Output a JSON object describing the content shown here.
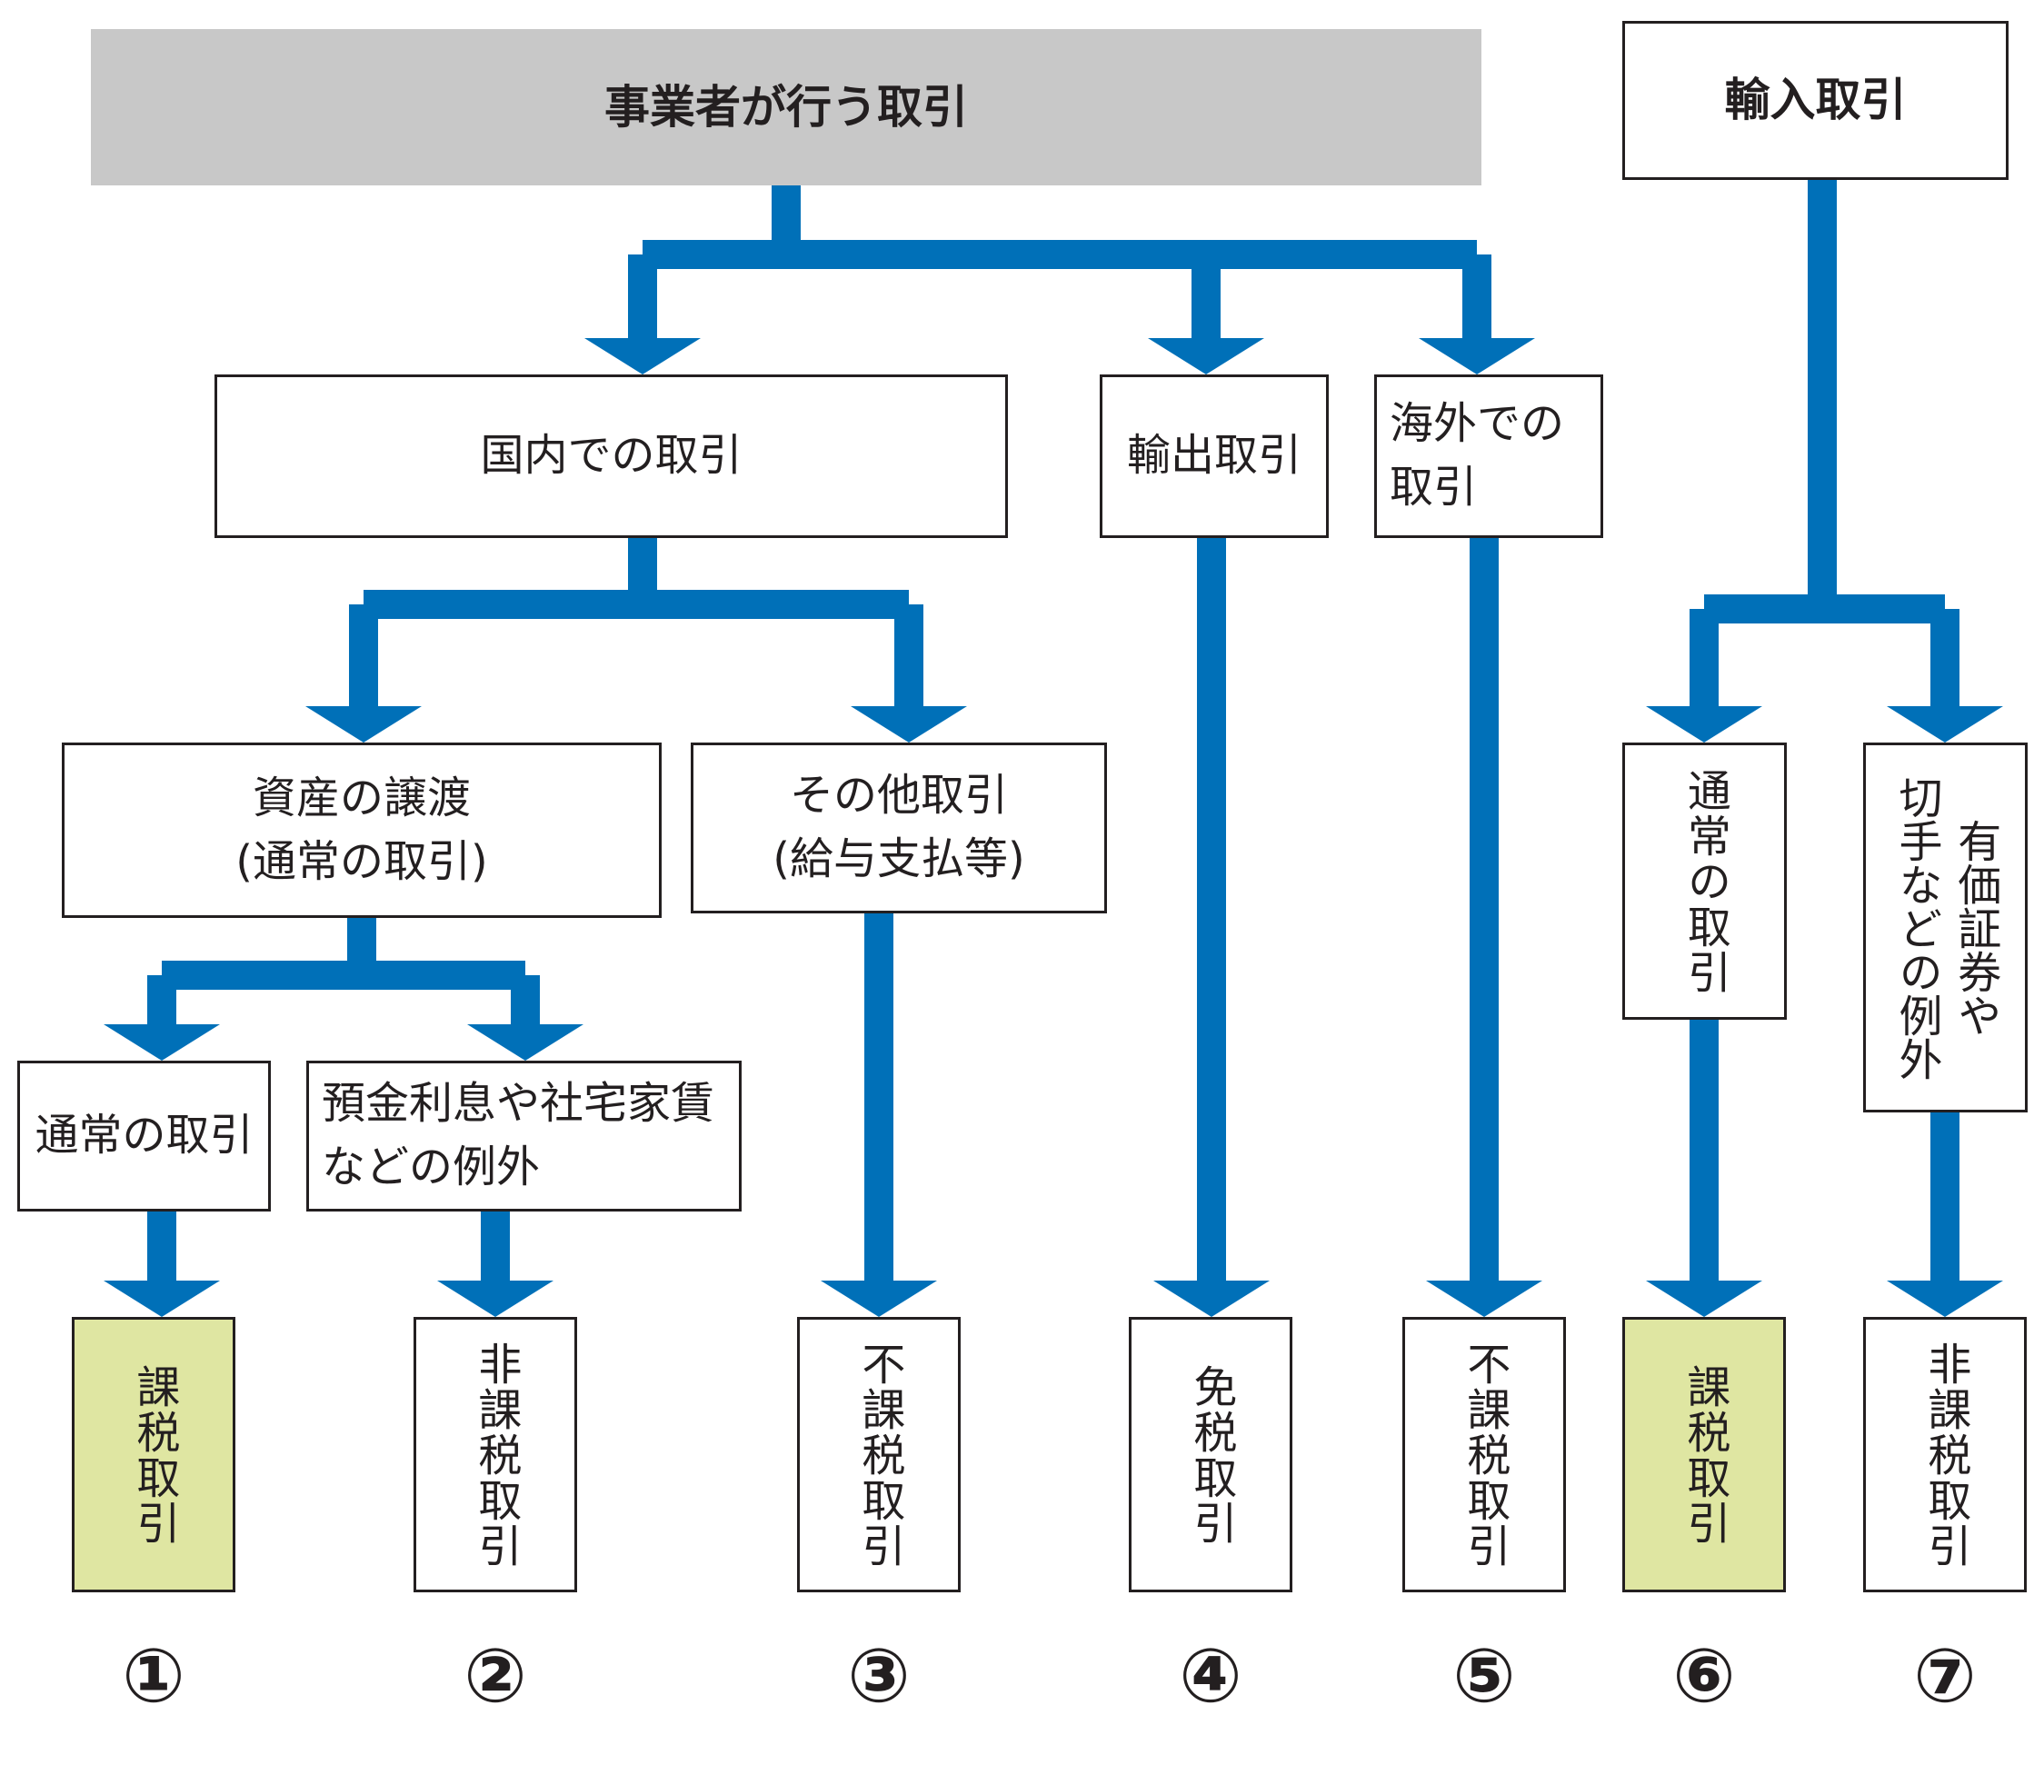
{
  "colors": {
    "arrow": "#0070b8",
    "border": "#231f20",
    "header_gray": "#c8c8c8",
    "taxable_green": "#dfe6a2"
  },
  "nodes": {
    "business": "事業者が行う取引",
    "import": "輸入取引",
    "domestic": "国内での取引",
    "export": "輸出取引",
    "overseas": "海外での\n取引",
    "asset_transfer": "資産の譲渡\n(通常の取引)",
    "other": "その他取引\n(給与支払等)",
    "import_normal": "通常の取引",
    "import_exception": "有価証券や\n切手などの例外",
    "normal": "通常の取引",
    "exception": "預金利息や社宅家賃\nなどの例外"
  },
  "results": [
    {
      "label": "課税取引",
      "number": "①"
    },
    {
      "label": "非課税取引",
      "number": "②"
    },
    {
      "label": "不課税取引",
      "number": "③"
    },
    {
      "label": "免税取引",
      "number": "④"
    },
    {
      "label": "不課税取引",
      "number": "⑤"
    },
    {
      "label": "課税取引",
      "number": "⑥"
    },
    {
      "label": "非課税取引",
      "number": "⑦"
    }
  ]
}
